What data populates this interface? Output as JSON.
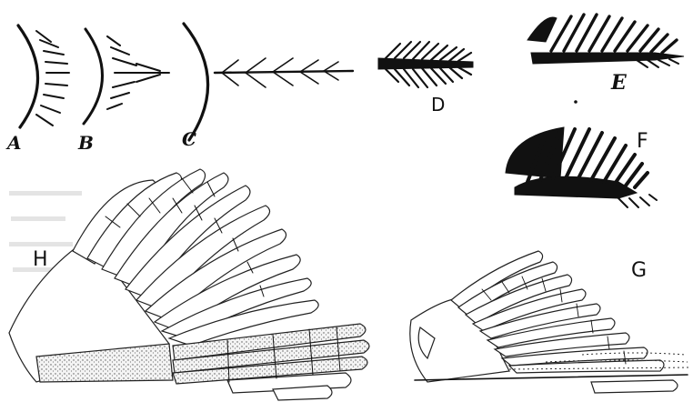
{
  "figure": {
    "labels": {
      "a": "A",
      "b": "B",
      "c": "C",
      "d": "D",
      "e": "E",
      "f": "F",
      "h": "H",
      "g": "G"
    }
  }
}
